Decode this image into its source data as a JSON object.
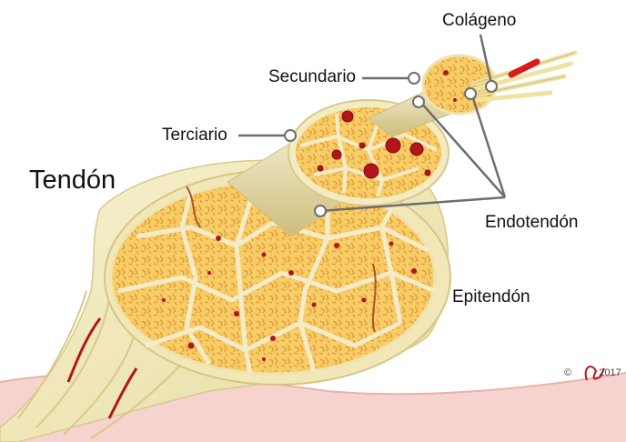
{
  "diagram": {
    "title": "Tendón",
    "labels": {
      "collagen": "Colágeno",
      "secondary": "Secundario",
      "tertiary": "Terciario",
      "endotendon": "Endotendón",
      "epitendon": "Epitendón"
    },
    "copyright": {
      "symbol": "©",
      "year": "2017"
    }
  },
  "colors": {
    "fascicle_fill": "#f6c85f",
    "fascicle_pattern": "#e39a33",
    "sheath": "#f3ecc3",
    "sheath_edge": "#d8c98a",
    "vessel": "#b3151a",
    "leader_line": "#6e6e6e",
    "skin": "#f6d3cf"
  }
}
